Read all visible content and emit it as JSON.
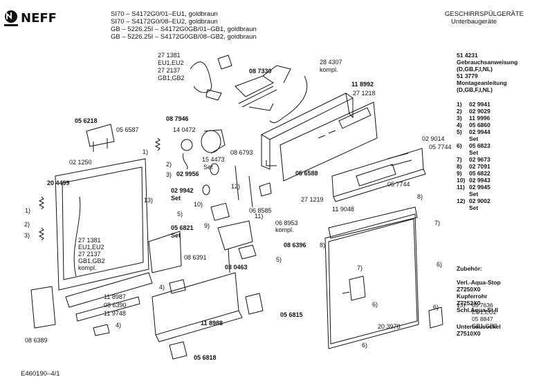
{
  "header": {
    "brand": "NEFF",
    "models": [
      "SI70 – S4172G0/01–EU1, goldbraun",
      "SI70 – S4172G0/08–EU2, goldbraun",
      "GB – 5226.25I – S4172G0GB/01–GB1, goldbraun",
      "GB – 5226.25I – S4172G0GB/08–GB2, goldbraun"
    ],
    "category": "GESCHIRRSPÜLGERÄTE",
    "subcategory": "Unterbaugeräte"
  },
  "docs": [
    {
      "num": "51 4231",
      "label": "Gebrauchsanweisung",
      "langs": "(D,GB,F,I,NL)"
    },
    {
      "num": "51 3779",
      "label": "Montageanleitung",
      "langs": "(D,GB,F,I,NL)"
    }
  ],
  "legend": [
    {
      "idx": "1)",
      "part": "02 9941"
    },
    {
      "idx": "2)",
      "part": "02 9029"
    },
    {
      "idx": "3)",
      "part": "11 9996"
    },
    {
      "idx": "4)",
      "part": "05 6860"
    },
    {
      "idx": "5)",
      "part": "02 9944",
      "extra": "Set"
    },
    {
      "idx": "6)",
      "part": "05 6823",
      "extra": "Set"
    },
    {
      "idx": "7)",
      "part": "02 9673"
    },
    {
      "idx": "8)",
      "part": "02 7091"
    },
    {
      "idx": "9)",
      "part": "05 6822"
    },
    {
      "idx": "10)",
      "part": "02 9943"
    },
    {
      "idx": "11)",
      "part": "02 9945",
      "extra": "Set"
    },
    {
      "idx": "12)",
      "part": "02 9002",
      "extra": "Set"
    }
  ],
  "legend13": {
    "idx": "13)",
    "lines": [
      "05 7636",
      "EU1,EU2",
      "05 8847",
      "GB1,GB2"
    ]
  },
  "accessories": {
    "title": "Zubehör:",
    "items": [
      "Verl.-Aqua-Stop",
      "Z7250X0",
      "Kupferrohr",
      "Z7252X0",
      "Schl.Aqua-St.II"
    ]
  },
  "base": {
    "title": "Unterbausockel",
    "code": "Z7510X0"
  },
  "footer": "E460190–4/1",
  "callouts": [
    {
      "id": "c1",
      "text": "271381",
      "t": "27 1381"
    },
    {
      "id": "c2",
      "t": "EU1,EU2"
    },
    {
      "id": "c3",
      "t": "27 2137"
    },
    {
      "id": "c4",
      "t": "GB1,GB2"
    },
    {
      "id": "c5",
      "t": "08 7330"
    },
    {
      "id": "c6",
      "t": "28 4307"
    },
    {
      "id": "c7",
      "t": "kompl."
    },
    {
      "id": "c8",
      "t": "11 8992"
    },
    {
      "id": "c9",
      "t": "27 1218"
    },
    {
      "id": "c10",
      "t": "05 6218"
    },
    {
      "id": "c11",
      "t": "05 6587"
    },
    {
      "id": "c12",
      "t": "08 7946"
    },
    {
      "id": "c13",
      "t": "14 0472"
    },
    {
      "id": "c14",
      "t": "1)"
    },
    {
      "id": "c15",
      "t": "02 1250"
    },
    {
      "id": "c16",
      "t": "2)"
    },
    {
      "id": "c17",
      "t": "3)"
    },
    {
      "id": "c18",
      "t": "20 4499"
    },
    {
      "id": "c19",
      "t": "15 4473"
    },
    {
      "id": "c20",
      "t": "Set"
    },
    {
      "id": "c21",
      "t": "08 6793"
    },
    {
      "id": "c22",
      "t": "02 9956"
    },
    {
      "id": "c23",
      "t": "02 9942"
    },
    {
      "id": "c24",
      "t": "Set"
    },
    {
      "id": "c25",
      "t": "12)"
    },
    {
      "id": "c26",
      "t": "06 8585"
    },
    {
      "id": "c27",
      "t": "13)"
    },
    {
      "id": "c28",
      "t": "10)"
    },
    {
      "id": "c29",
      "t": "5)"
    },
    {
      "id": "c30",
      "t": "9)"
    },
    {
      "id": "c31",
      "t": "11)"
    },
    {
      "id": "c32",
      "t": "06 8953"
    },
    {
      "id": "c33",
      "t": "kompl."
    },
    {
      "id": "c34",
      "t": "05 6821"
    },
    {
      "id": "c35",
      "t": "Set"
    },
    {
      "id": "c36",
      "t": "08 6396"
    },
    {
      "id": "c37",
      "t": "5)"
    },
    {
      "id": "c38",
      "t": "03 0463"
    },
    {
      "id": "c39",
      "t": "1)"
    },
    {
      "id": "c40",
      "t": "2)"
    },
    {
      "id": "c41",
      "t": "3)"
    },
    {
      "id": "c42",
      "t": "27 1381"
    },
    {
      "id": "c43",
      "t": "EU1,EU2"
    },
    {
      "id": "c44",
      "t": "27 2137"
    },
    {
      "id": "c45",
      "t": "GB1,GB2"
    },
    {
      "id": "c46",
      "t": "kompl."
    },
    {
      "id": "c47",
      "t": "08 6391"
    },
    {
      "id": "c48",
      "t": "4)"
    },
    {
      "id": "c49",
      "t": "11 8987"
    },
    {
      "id": "c50",
      "t": "08 6390"
    },
    {
      "id": "c51",
      "t": "11 9748"
    },
    {
      "id": "c52",
      "t": "4)"
    },
    {
      "id": "c53",
      "t": "08 6389"
    },
    {
      "id": "c54",
      "t": "11 8988"
    },
    {
      "id": "c55",
      "t": "05 6815"
    },
    {
      "id": "c56",
      "t": "05 6818"
    },
    {
      "id": "c57",
      "t": "02 9014"
    },
    {
      "id": "c58",
      "t": "05 7744"
    },
    {
      "id": "c59",
      "t": "05 6588"
    },
    {
      "id": "c60",
      "t": "05 7744"
    },
    {
      "id": "c61",
      "t": "27 1219"
    },
    {
      "id": "c62",
      "t": "8)"
    },
    {
      "id": "c63",
      "t": "11 9048"
    },
    {
      "id": "c64",
      "t": "8)"
    },
    {
      "id": "c65",
      "t": "7)"
    },
    {
      "id": "c66",
      "t": "6)"
    },
    {
      "id": "c67",
      "t": "7)"
    },
    {
      "id": "c68",
      "t": "6)"
    },
    {
      "id": "c69",
      "t": "6)"
    },
    {
      "id": "c70",
      "t": "20 3978"
    },
    {
      "id": "c71",
      "t": "6)"
    }
  ]
}
